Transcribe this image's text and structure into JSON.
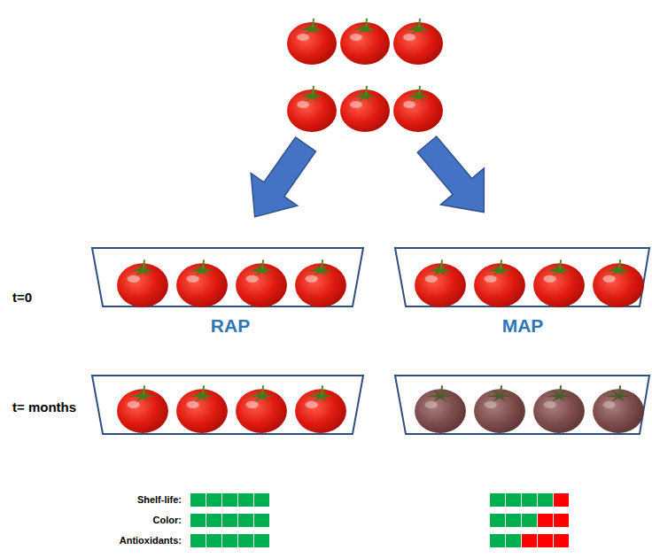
{
  "diagram": {
    "labels": [
      "t=0",
      "RAP",
      "MAP",
      "t= months",
      "Shelf-life:",
      "Color:",
      "Antioxidants:"
    ]
  }
}
